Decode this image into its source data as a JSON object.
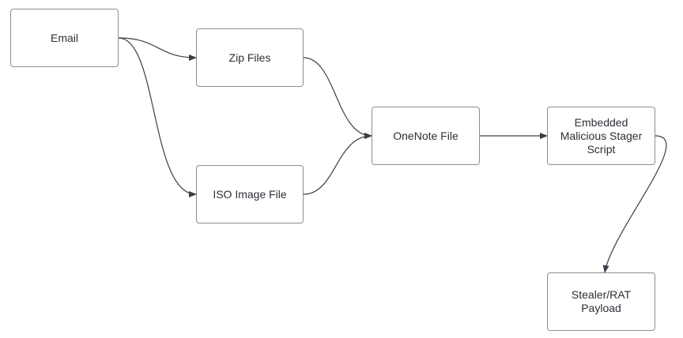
{
  "diagram": {
    "nodes": {
      "email": "Email",
      "zip": "Zip Files",
      "iso": "ISO Image File",
      "onenote": "OneNote File",
      "embedded": "Embedded\nMalicious Stager\nScript",
      "payload": "Stealer/RAT\nPayload"
    },
    "edges": [
      {
        "from": "email",
        "to": "zip"
      },
      {
        "from": "email",
        "to": "iso"
      },
      {
        "from": "zip",
        "to": "onenote"
      },
      {
        "from": "iso",
        "to": "onenote"
      },
      {
        "from": "onenote",
        "to": "embedded"
      },
      {
        "from": "embedded",
        "to": "payload"
      }
    ],
    "colors": {
      "box_border": "#8a8e96",
      "edge": "#3b3f47",
      "text": "#2b2f36"
    }
  }
}
